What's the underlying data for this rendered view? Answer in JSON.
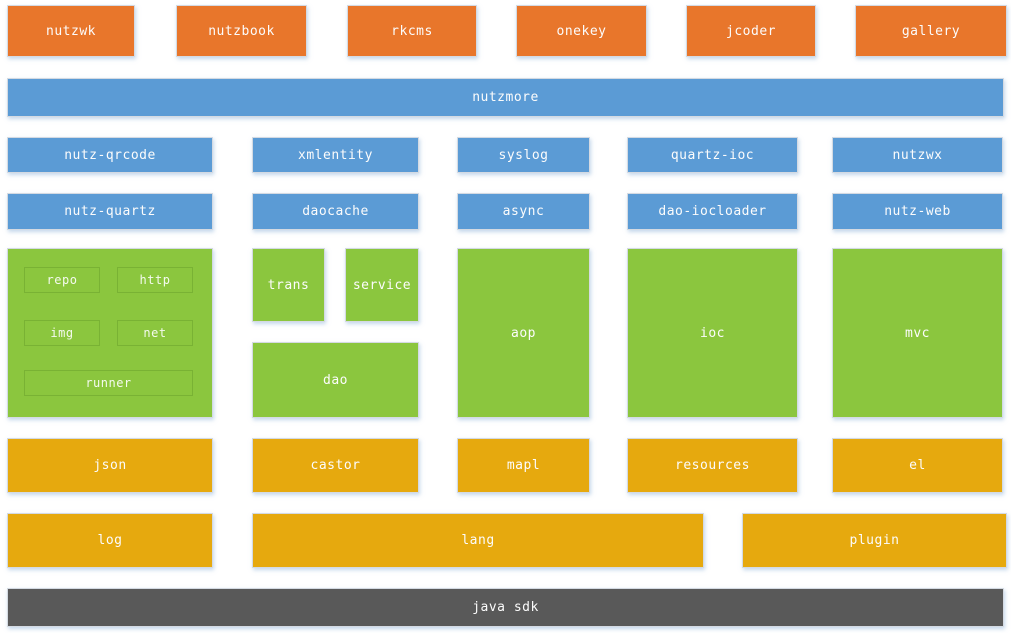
{
  "diagram": {
    "apps": [
      "nutzwk",
      "nutzbook",
      "rkcms",
      "onekey",
      "jcoder",
      "gallery"
    ],
    "nutzmore_label": "nutzmore",
    "plugin_row1": [
      "nutz-qrcode",
      "xmlentity",
      "syslog",
      "quartz-ioc",
      "nutzwx"
    ],
    "plugin_row2": [
      "nutz-quartz",
      "daocache",
      "async",
      "dao-iocloader",
      "nutz-web"
    ],
    "lang_lib_cells": [
      "repo",
      "http",
      "img",
      "net",
      "runner"
    ],
    "core_small": {
      "trans": "trans",
      "service": "service",
      "dao": "dao"
    },
    "core_big": [
      "aop",
      "ioc",
      "mvc"
    ],
    "util_row1": [
      "json",
      "castor",
      "mapl",
      "resources",
      "el"
    ],
    "util_row2": [
      "log",
      "lang",
      "plugin"
    ],
    "base": "java sdk"
  },
  "colors": {
    "app_orange": "#e8762b",
    "plugin_blue": "#5b9bd5",
    "core_green": "#8bc63e",
    "util_gold": "#e6a90e",
    "base_gray": "#595959",
    "text": "#fcfcfc"
  }
}
